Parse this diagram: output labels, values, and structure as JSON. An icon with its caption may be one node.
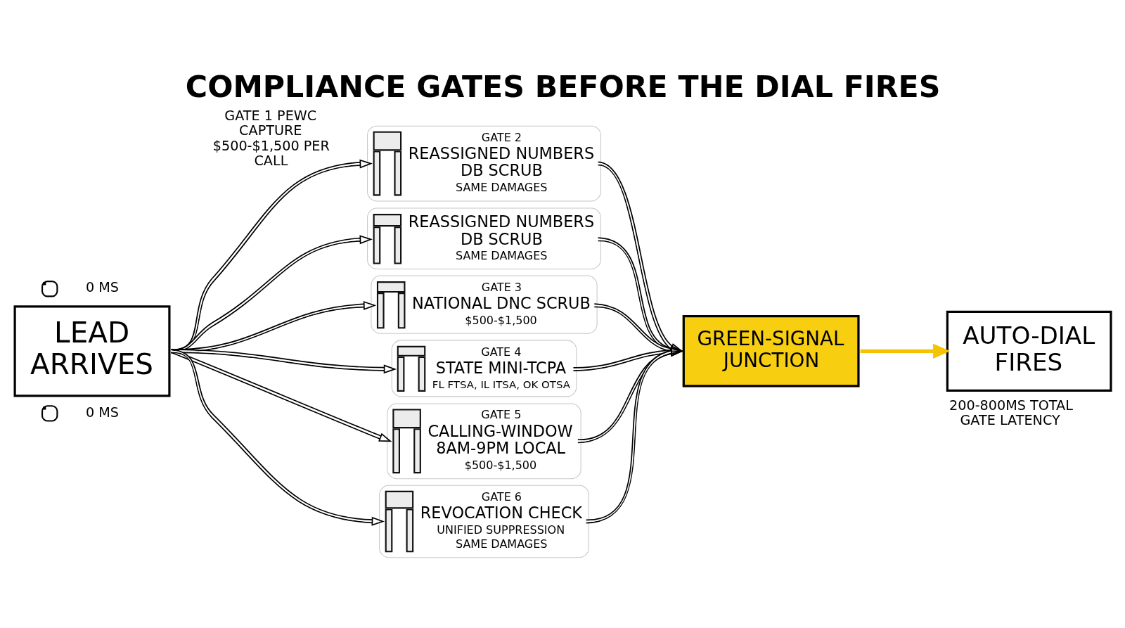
{
  "diagram": {
    "title": "COMPLIANCE GATES BEFORE THE DIAL FIRES",
    "nodes": [
      {
        "text": [
          "LEAD ARRIVES"
        ],
        "beside": [
          "0 MS",
          "0 MS"
        ]
      },
      {
        "text": [
          "GATE 2",
          "REASSIGNED NUMBERS DB SCRUB",
          "SAME DAMAGES"
        ]
      },
      {
        "text": [
          "REASSIGNED NUMBERS DB SCRUB",
          "SAME DAMAGES"
        ]
      },
      {
        "text": [
          "GATE 3",
          "NATIONAL DNC SCRUB",
          "$500-$1,500"
        ]
      },
      {
        "text": [
          "GATE 4",
          "STATE MINI-TCPA",
          "FL FTSA, IL ITSA, OK OTSA"
        ]
      },
      {
        "text": [
          "GATE 5",
          "CALLING-WINDOW 8AM-9PM LOCAL",
          "$500-$1,500"
        ]
      },
      {
        "text": [
          "GATE 6",
          "REVOCATION CHECK",
          "UNIFIED SUPPRESSION",
          "SAME DAMAGES"
        ]
      },
      {
        "text": [
          "GREEN-SIGNAL JUNCTION"
        ]
      },
      {
        "text": [
          "AUTO-DIAL FIRES"
        ],
        "beside": [
          "200-800MS TOTAL GATE LATENCY"
        ]
      }
    ],
    "edges": [
      {
        "from": 0,
        "to": 1,
        "arrow": "to",
        "label": "GATE 1 PEWC CAPTURE $500-$1,500 PER CALL"
      },
      {
        "from": 0,
        "to": 2,
        "arrow": "to"
      },
      {
        "from": 0,
        "to": 3,
        "arrow": "to"
      },
      {
        "from": 0,
        "to": 4,
        "arrow": "to"
      },
      {
        "from": 0,
        "to": 5,
        "arrow": "to"
      },
      {
        "from": 0,
        "to": 6,
        "arrow": "to"
      },
      {
        "from": 1,
        "to": 7,
        "arrow": "to"
      },
      {
        "from": 2,
        "to": 7,
        "arrow": "to"
      },
      {
        "from": 3,
        "to": 7,
        "arrow": "to"
      },
      {
        "from": 4,
        "to": 7,
        "arrow": "to"
      },
      {
        "from": 5,
        "to": 7,
        "arrow": "to"
      },
      {
        "from": 6,
        "to": 7,
        "arrow": "to"
      },
      {
        "from": 7,
        "to": 8,
        "arrow": "to",
        "style": "thick",
        "color": "#f5c400"
      }
    ]
  }
}
